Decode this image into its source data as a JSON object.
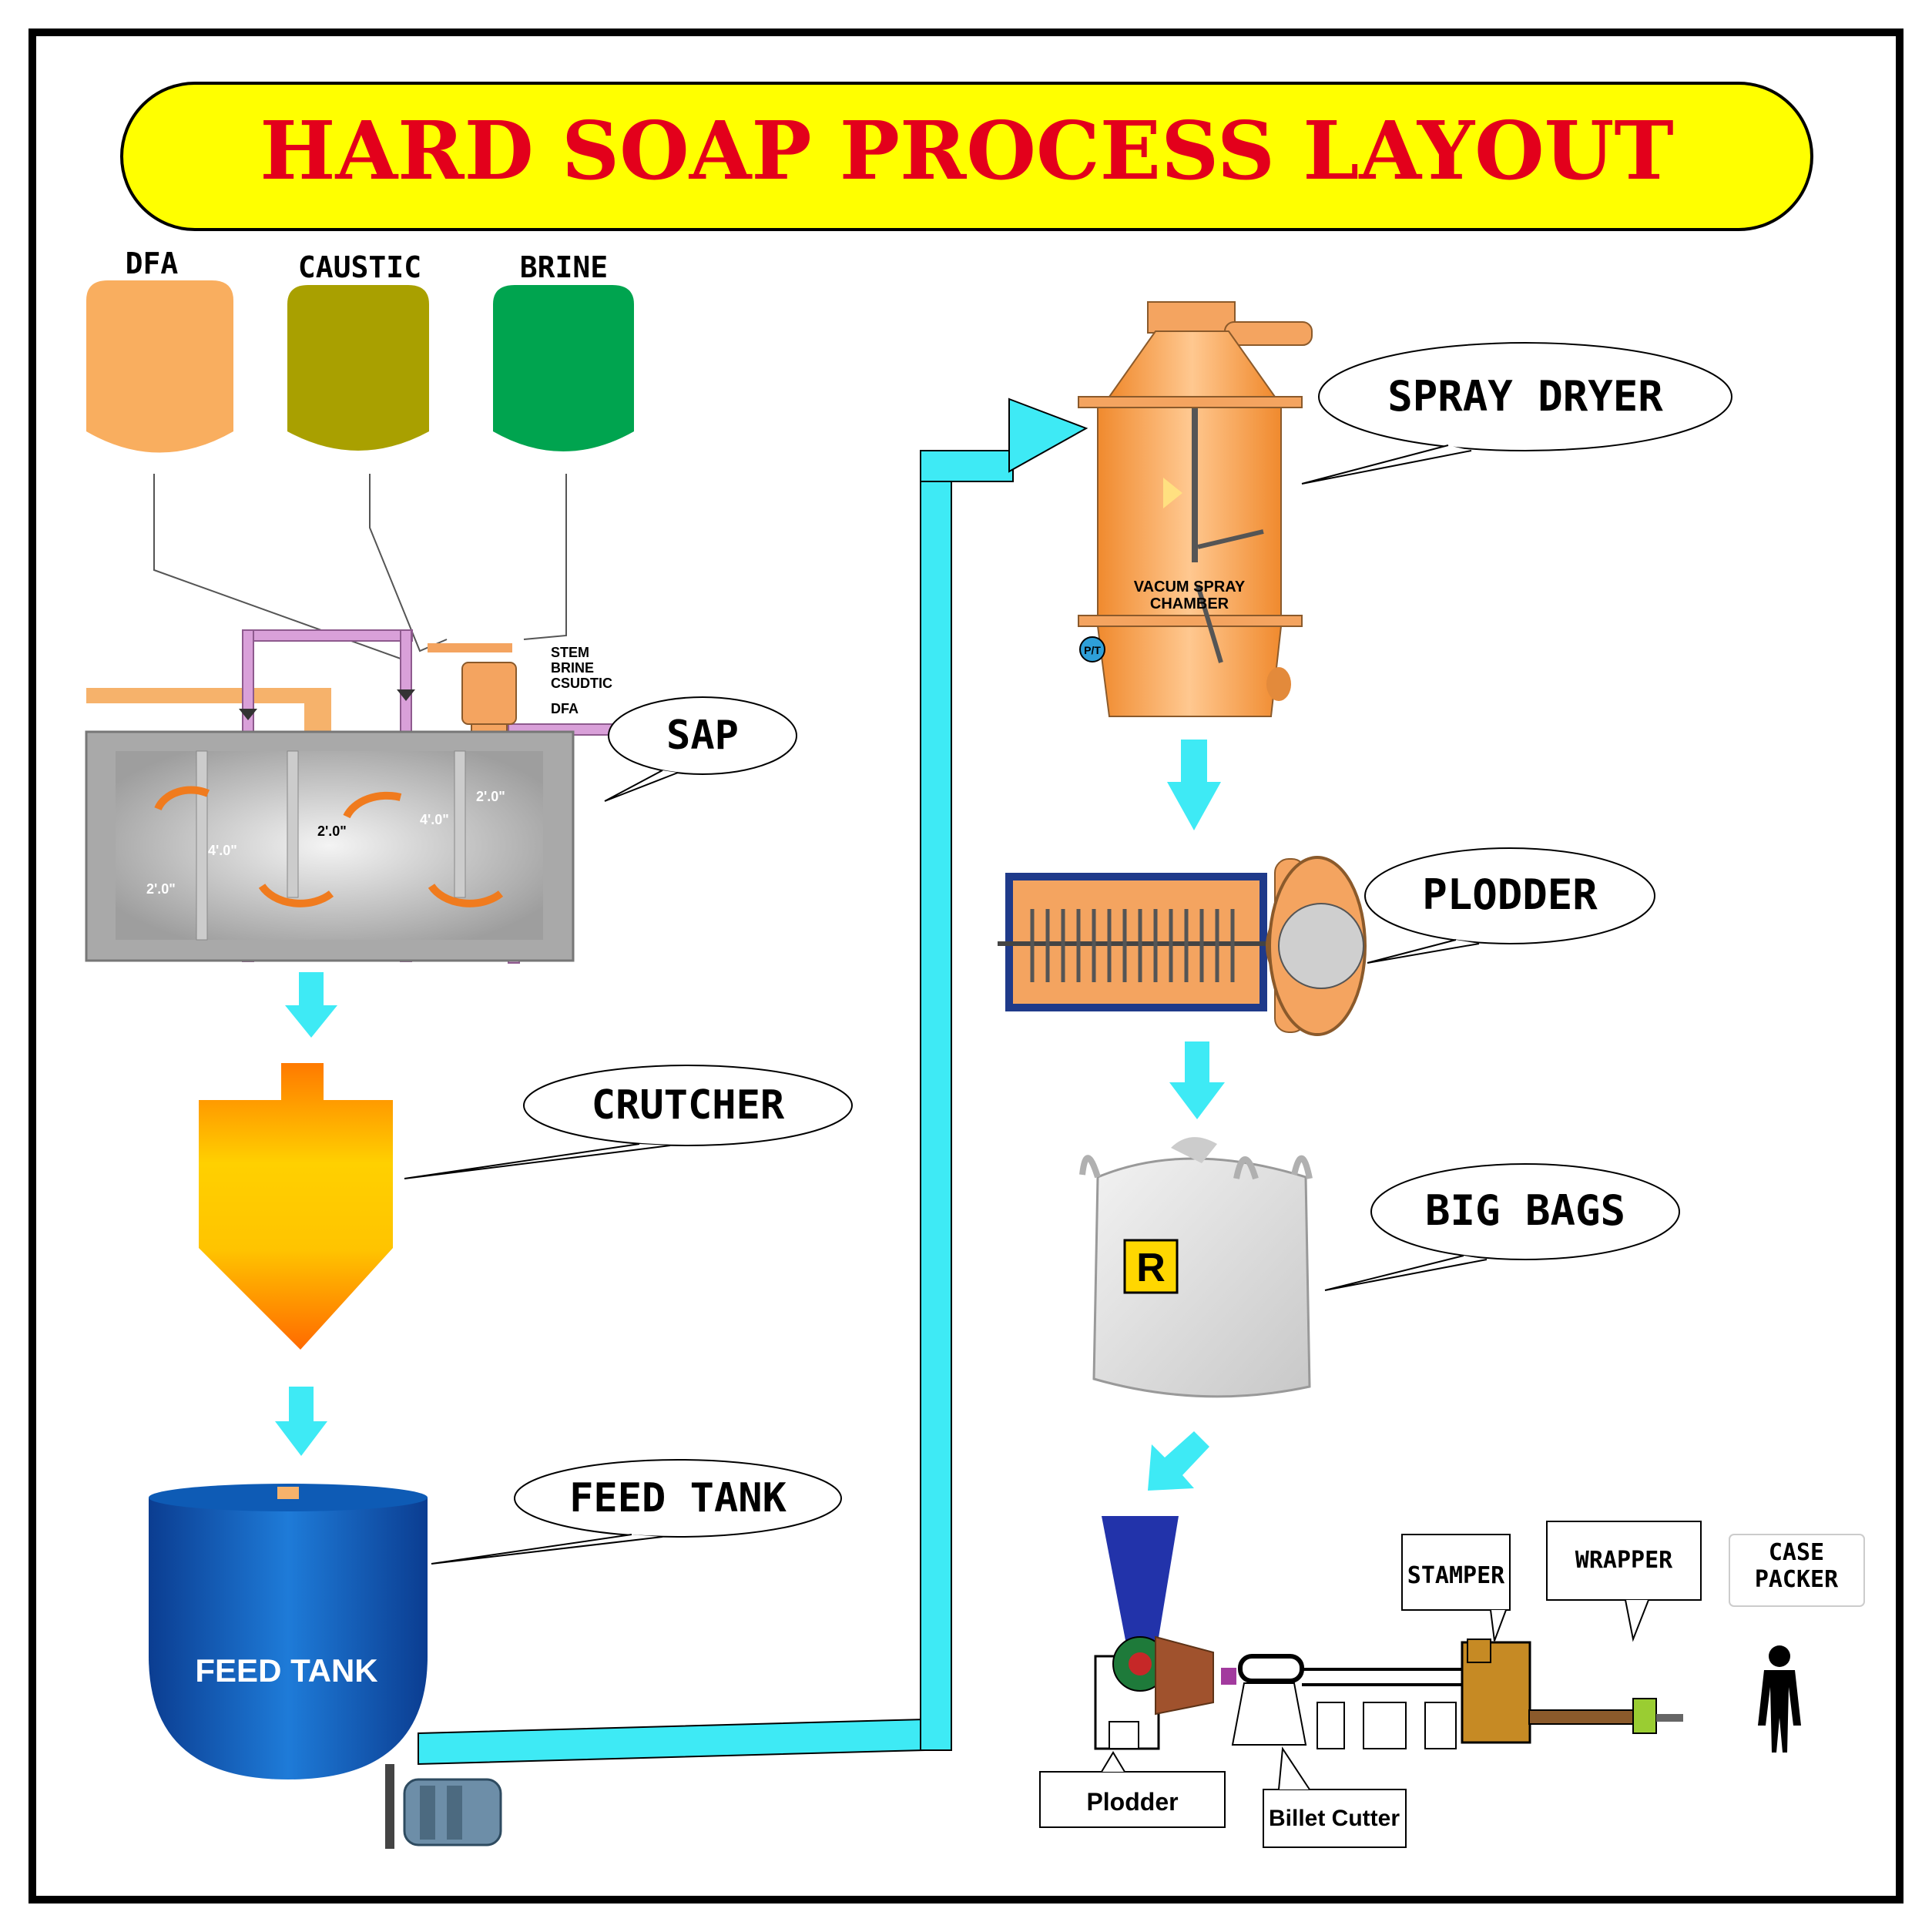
{
  "title": "HARD SOAP PROCESS LAYOUT",
  "raw_tanks": [
    {
      "label": "DFA",
      "color": "#F9AE5F"
    },
    {
      "label": "CAUSTIC",
      "color": "#A9A000"
    },
    {
      "label": "BRINE",
      "color": "#00A44F"
    }
  ],
  "inlet_labels": [
    "STEM",
    "BRINE",
    "CSUDTIC",
    "DFA"
  ],
  "sap_dimensions": [
    "2'.0\"",
    "4'.0\"",
    "2'.0\"",
    "4'.0\"",
    "2'.0\""
  ],
  "callouts": {
    "sap": "SAP",
    "crutcher": "CRUTCHER",
    "feed_tank": "FEED TANK",
    "spray_dryer": "SPRAY DRYER",
    "plodder": "PLODDER",
    "big_bags": "BIG BAGS"
  },
  "feed_tank_label": "FEED TANK",
  "spray_chamber_label": [
    "VACUM SPRAY",
    "CHAMBER"
  ],
  "pt_label": "P/T",
  "bag_mark": "R",
  "line_callouts": {
    "stamper": "STAMPER",
    "wrapper": "WRAPPER",
    "case_packer": [
      "CASE",
      "PACKER"
    ]
  },
  "line_labels": {
    "plodder": "Plodder",
    "billet_cutter": "Billet Cutter"
  },
  "colors": {
    "banner": "#FFFF00",
    "title": "#E3001B",
    "flow_arrow": "#3EEAF5",
    "pipe": "#D9A0D9",
    "orange_pipe": "#F6B26B"
  }
}
